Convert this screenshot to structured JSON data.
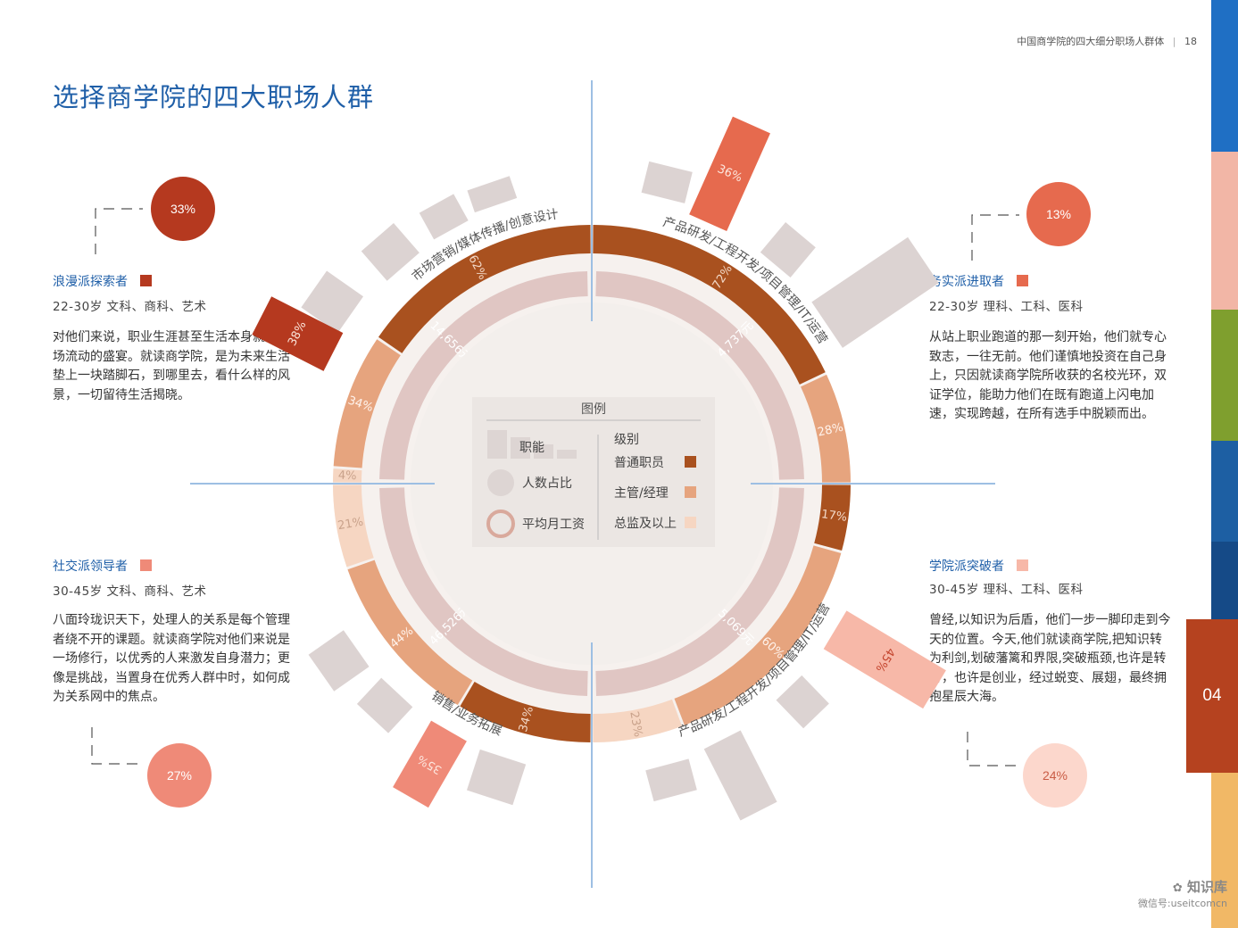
{
  "header": {
    "text": "中国商学院的四大细分职场人群体",
    "page": "18"
  },
  "title": "选择商学院的四大职场人群",
  "chapter": "04",
  "colors": {
    "staff": "#a9511f",
    "manager": "#e6a47e",
    "director": "#f6d6c2",
    "salary": "#e0c6c3",
    "bar": "#dcd3d2",
    "axis": "#9dbfe3",
    "romantic": "#b5391f",
    "pragmatic": "#e66a4e",
    "social": "#ef8a78",
    "academic": "#f7b8a8",
    "side": [
      "#1f6fc4",
      "#f2b6a6",
      "#7f9f2e",
      "#1d5fa3",
      "#154a87",
      "#b5421f",
      "#f1b866"
    ]
  },
  "segments": {
    "romantic": {
      "name": "浪漫派探索者",
      "meta": "22-30岁  文科、商科、艺术",
      "desc": "对他们来说，职业生涯甚至生活本身就是一场流动的盛宴。就读商学院，是为未来生活垫上一块踏脚石，到哪里去，看什么样的风景，一切留待生活揭晓。",
      "share": "33%"
    },
    "pragmatic": {
      "name": "务实派进取者",
      "meta": "22-30岁  理科、工科、医科",
      "desc": "从站上职业跑道的那一刻开始，他们就专心致志，一往无前。他们谨慎地投资在自己身上，只因就读商学院所收获的名校光环，双证学位，能助力他们在既有跑道上闪电加速，实现跨越，在所有选手中脱颖而出。",
      "share": "13%"
    },
    "social": {
      "name": "社交派领导者",
      "meta": "30-45岁  文科、商科、艺术",
      "desc": "八面玲珑识天下，处理人的关系是每个管理者绕不开的课题。就读商学院对他们来说是一场修行，以优秀的人来激发自身潜力；更像是挑战，当置身在优秀人群中时，如何成为关系网中的焦点。",
      "share": "27%"
    },
    "academic": {
      "name": "学院派突破者",
      "meta": "30-45岁  理科、工科、医科",
      "desc": "曾经,以知识为后盾，他们一步一脚印走到今天的位置。今天,他们就读商学院,把知识转为利剑,划破藩篱和界限,突破瓶颈,也许是转行，也许是创业，经过蜕变、展翅，最终拥抱星辰大海。",
      "share": "24%"
    }
  },
  "legend": {
    "title": "图例",
    "func_label": "职能",
    "share_label": "人数占比",
    "salary_label": "平均月工资",
    "level_title": "级别",
    "levels": [
      "普通职员",
      "主管/经理",
      "总监及以上"
    ]
  },
  "chart_data": {
    "type": "radial",
    "quadrants": [
      {
        "segment": "romantic",
        "salary": "14,656元",
        "function": "市场营销/媒体传播/创意设计",
        "function_share": "38%",
        "levels": [
          {
            "level": "普通职员",
            "value": 62
          },
          {
            "level": "主管/经理",
            "value": 34
          },
          {
            "level": "总监及以上",
            "value": 4
          }
        ]
      },
      {
        "segment": "pragmatic",
        "salary": "14,737元",
        "function": "产品研发/工程开发/项目管理/IT/运营",
        "function_share": "36%",
        "levels": [
          {
            "level": "普通职员",
            "value": 72
          },
          {
            "level": "主管/经理",
            "value": 28
          }
        ]
      },
      {
        "segment": "academic",
        "salary": "25,069元",
        "function": "产品研发/工程开发/项目管理/IT/运营",
        "function_share": "45%",
        "levels": [
          {
            "level": "普通职员",
            "value": 17
          },
          {
            "level": "主管/经理",
            "value": 60
          },
          {
            "level": "总监及以上",
            "value": 23
          }
        ]
      },
      {
        "segment": "social",
        "salary": "46,526元",
        "function": "销售/业务拓展",
        "function_share": "35%",
        "levels": [
          {
            "level": "普通职员",
            "value": 34
          },
          {
            "level": "主管/经理",
            "value": 44
          },
          {
            "level": "总监及以上",
            "value": 21
          }
        ]
      }
    ]
  },
  "watermark": {
    "name": "知识库",
    "sub": "微信号:useitcomcn"
  }
}
